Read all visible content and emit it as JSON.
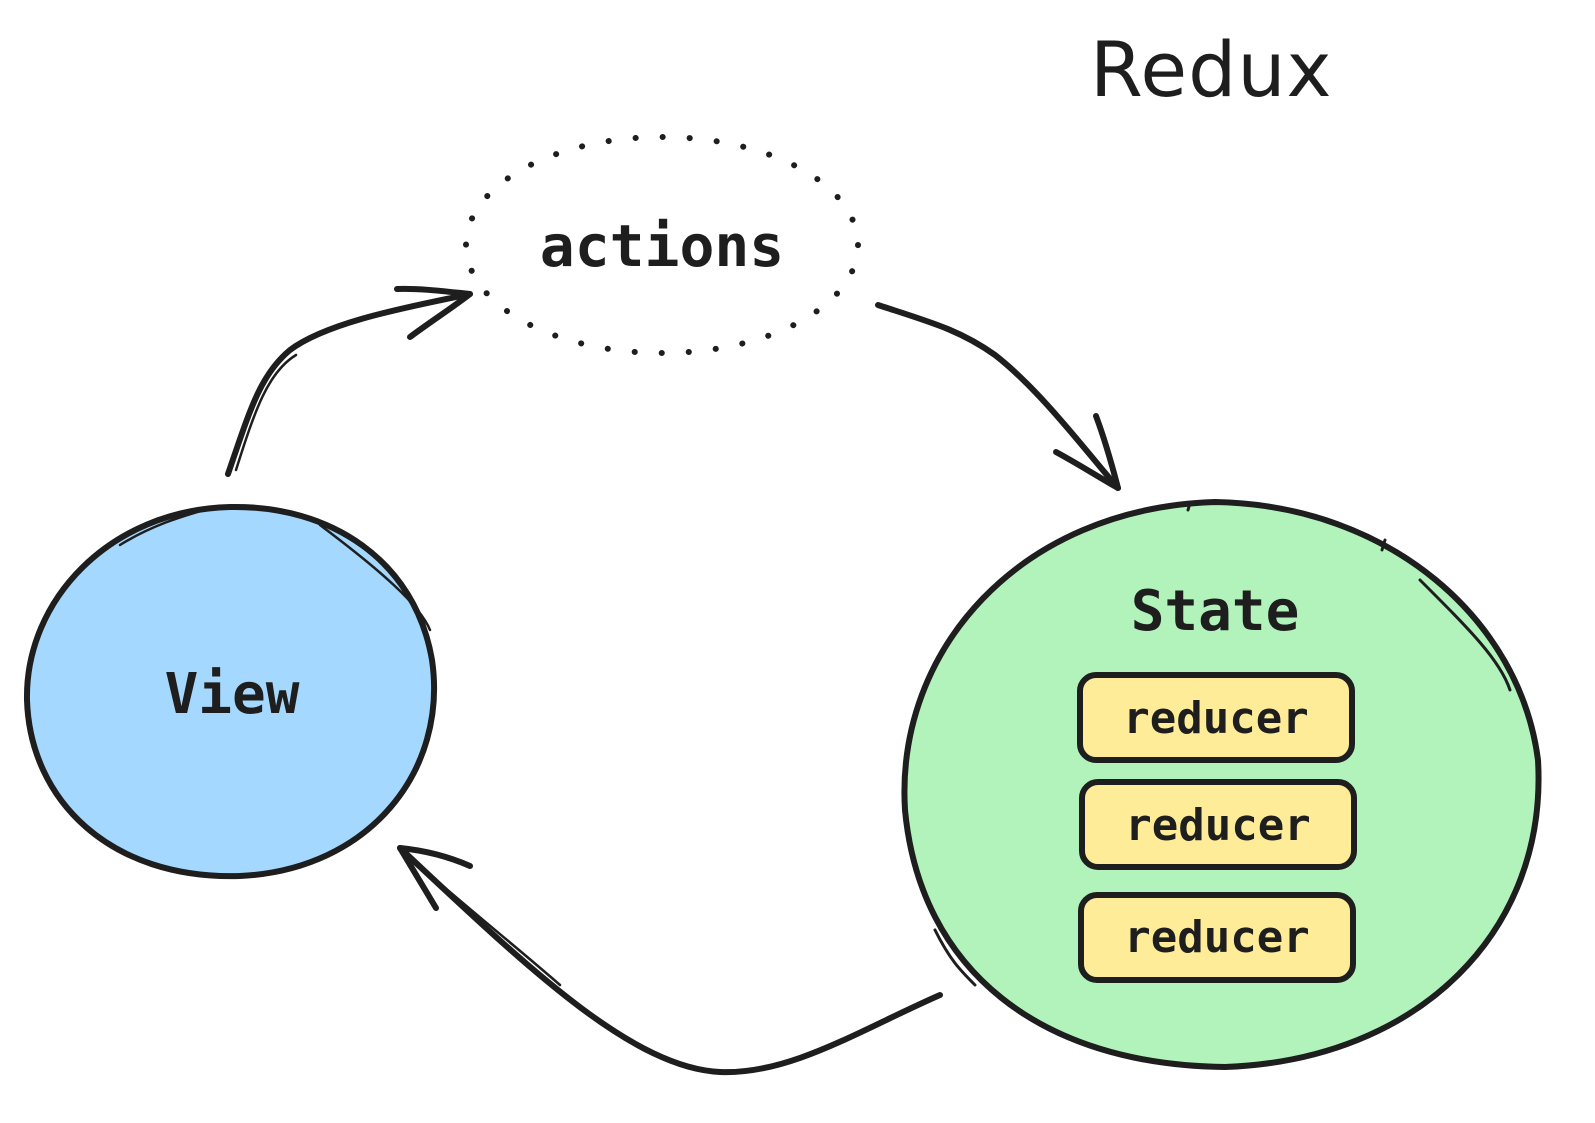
{
  "title": "Redux",
  "nodes": {
    "actions": {
      "label": "actions"
    },
    "view": {
      "label": "View"
    },
    "state": {
      "label": "State",
      "reducers": [
        "reducer",
        "reducer",
        "reducer"
      ]
    }
  },
  "colors": {
    "ink": "#1e1e1e",
    "view_fill": "#a5d8ff",
    "state_fill": "#b2f2bb",
    "reducer_fill": "#ffec99"
  }
}
